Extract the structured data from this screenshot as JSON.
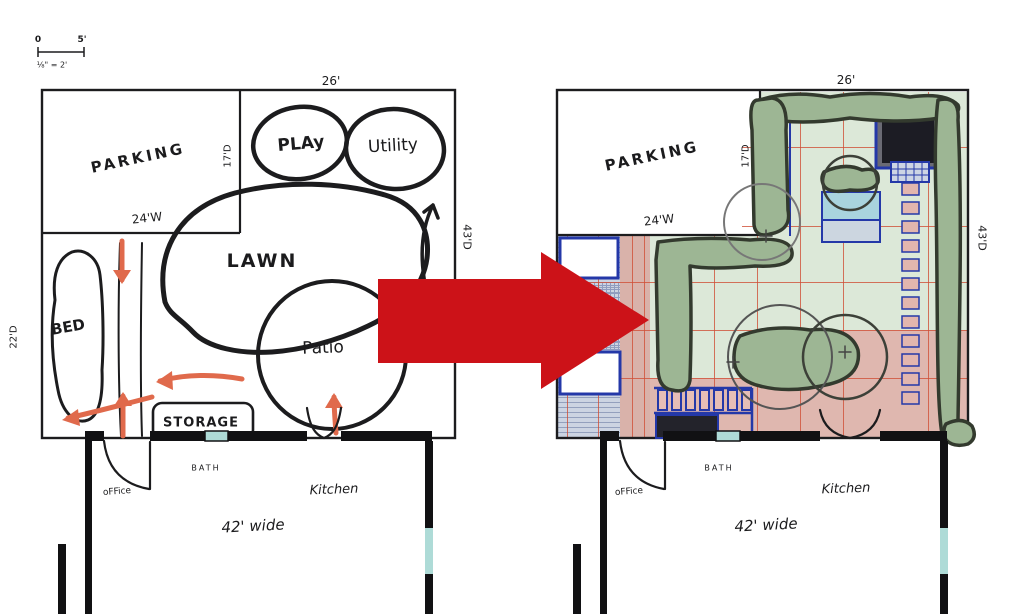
{
  "scale_bar": {
    "zero": "0",
    "five": "5'",
    "ratio": "⅛\" = 2'"
  },
  "sketch_plan": {
    "street_width": "26'",
    "parking": "PARKING",
    "parking_width": "24'W",
    "parking_depth": "17'D",
    "play": "PLAy",
    "utility": "Utility",
    "lawn": "LAWN",
    "bed": "BED",
    "patio": "Patio",
    "storage": "STORAGE",
    "side_depth": "22'D",
    "lot_depth": "43'D",
    "house": {
      "bath": "BATH",
      "office": "oFFice",
      "kitchen": "Kitchen",
      "width": "42' wide"
    }
  },
  "rendered_plan": {
    "street_width": "26'",
    "parking": "PARKING",
    "parking_width": "24'W",
    "parking_depth": "17'D",
    "lot_depth": "43'D",
    "house": {
      "bath": "BATH",
      "office": "oFFice",
      "kitchen": "Kitchen",
      "width": "42' wide"
    }
  },
  "colors": {
    "red_arrow": "#cc1218",
    "window_teal": "#aedbd7",
    "shrub_fill": "#9db694",
    "lawn_green": "#dce8d8",
    "patio_pink": "#dfb7af",
    "navy": "#2438a8",
    "grid_orange": "#cf5038",
    "water_blue": "#a9d4de",
    "hatch_strip": "#ccd4e2"
  }
}
